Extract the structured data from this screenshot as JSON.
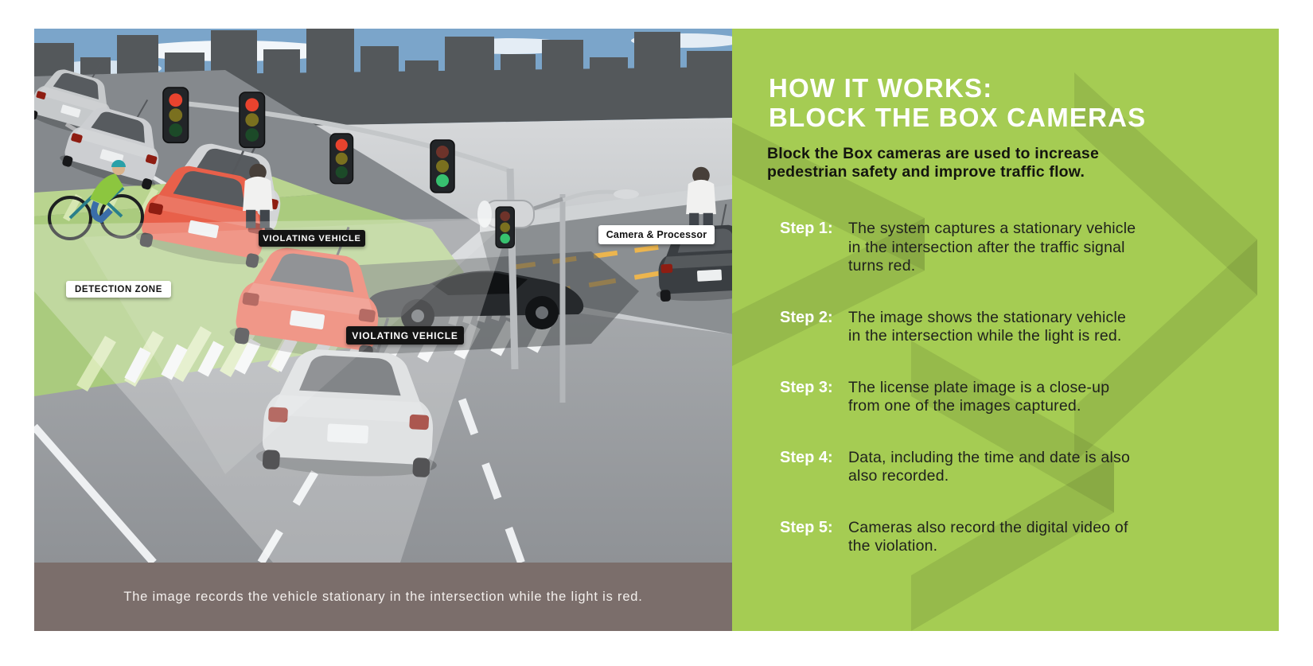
{
  "panel": {
    "title": "HOW IT WORKS:\nBLOCK THE BOX CAMERAS",
    "subtitle": "Block the Box cameras are used to increase\npedestrian safety and improve traffic flow.",
    "steps": [
      {
        "label": "Step 1:",
        "text": "The system captures a stationary vehicle\nin the intersection after the traffic signal\nturns red."
      },
      {
        "label": "Step 2:",
        "text": "The image shows the stationary vehicle\nin the intersection while the light is red."
      },
      {
        "label": "Step 3:",
        "text": "The license plate image is a close-up\nfrom one of the images captured."
      },
      {
        "label": "Step 4:",
        "text": "Data, including the time and date is also\nalso recorded."
      },
      {
        "label": "Step 5:",
        "text": "Cameras also record the digital video of\nthe violation."
      }
    ]
  },
  "scene": {
    "labels": {
      "violating_vehicle_1": "VIOLATING VEHICLE",
      "violating_vehicle_2": "VIOLATING VEHICLE",
      "detection_zone": "DETECTION ZONE",
      "camera_processor": "Camera & Processor"
    },
    "caption": "The image records the vehicle stationary in the intersection while the light is red."
  },
  "colors": {
    "panel_green": "#a5cc53",
    "caption_bar": "#7b6e6b",
    "violating_red": "#e8604a",
    "detection_green": "#aacb7e",
    "sky_blue": "#7ba5ca",
    "skyline_gray": "#54585b",
    "label_black_bg": "#141414",
    "label_white_bg": "#ffffff"
  }
}
